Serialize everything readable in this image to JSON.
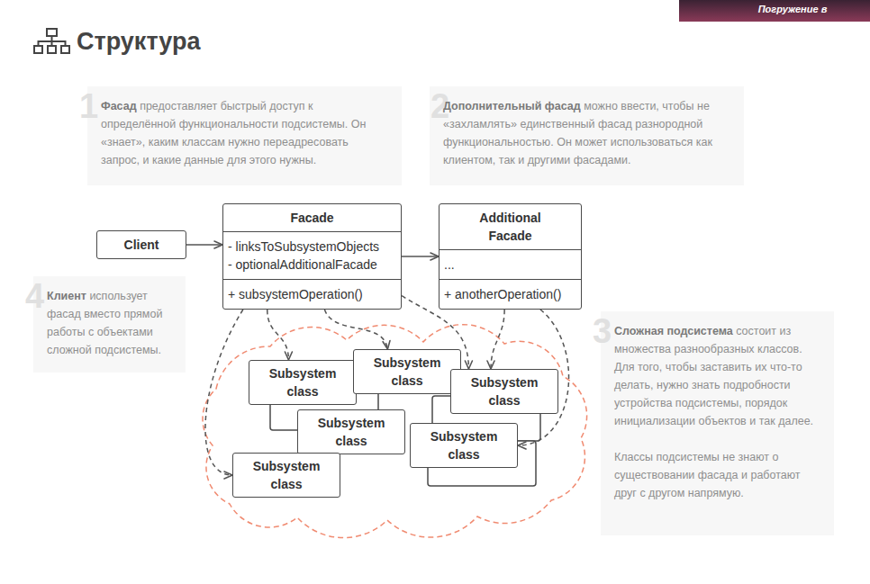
{
  "diagram": {
    "title": "Структура",
    "nodes": [
      {
        "text": [
          "1",
          "Фасад",
          "предоставляет быстрый доступ к определённой функциональности подсистемы. Он «знает», каким классам нужно переадресовать запрос, и какие данные для этого нужны."
        ]
      },
      {
        "text": [
          "2",
          "Дополнительный фасад",
          "можно ввести, чтобы не «захламлять» единственный фасад разнородной функциональностью. Он может использоваться как клиентом, так и другими фасадами."
        ]
      },
      {
        "text": [
          "Client"
        ]
      },
      {
        "text": [
          "Facade",
          "- linksToSubsystemObjects",
          "- optionalAdditionalFacade",
          "+ subsystemOperation()"
        ]
      },
      {
        "text": [
          "Additional Facade",
          "...",
          "+ anotherOperation()"
        ]
      },
      {
        "text": [
          "4",
          "Клиент",
          "использует фасад вместо прямой работы с объектами сложной подсистемы."
        ]
      },
      {
        "text": [
          "3",
          "Сложная подсистема",
          "состоит из множества разнообразных классов. Для того, чтобы заставить их что-то делать, нужно знать подробности устройства подсистемы, порядок инициализации объектов и так далее.",
          "Классы подсистемы не знают о существовании фасада и работают друг с другом напрямую."
        ]
      },
      {
        "text": [
          "Subsystem class"
        ]
      },
      {
        "text": [
          "Subsystem class"
        ]
      },
      {
        "text": [
          "Subsystem class"
        ]
      },
      {
        "text": [
          "Subsystem class"
        ]
      },
      {
        "text": [
          "Subsystem class"
        ]
      },
      {
        "text": [
          "Subsystem class"
        ]
      }
    ],
    "edges": [
      {
        "from": 2,
        "to": 3,
        "arrow": "to"
      },
      {
        "from": 3,
        "to": 4,
        "arrow": "to"
      },
      {
        "from": 3,
        "to": 11,
        "arrow": "to"
      },
      {
        "from": 3,
        "to": 7,
        "arrow": "to"
      },
      {
        "from": 3,
        "to": 8,
        "arrow": "to"
      },
      {
        "from": 3,
        "to": 9,
        "arrow": "to"
      },
      {
        "from": 4,
        "to": 9,
        "arrow": "to"
      },
      {
        "from": 4,
        "to": 12,
        "arrow": "to"
      }
    ],
    "labels": [
      "Погружение в"
    ]
  }
}
